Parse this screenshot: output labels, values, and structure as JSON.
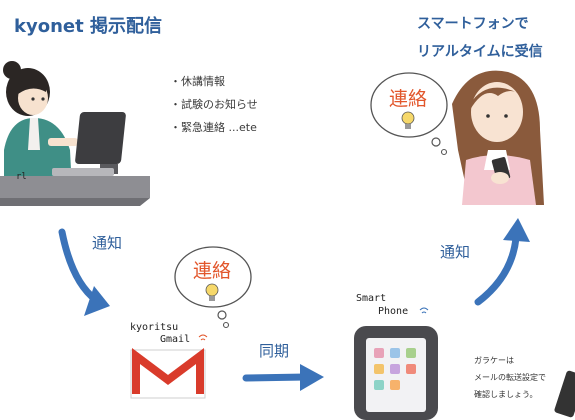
{
  "title": "kyonet 掲示配信",
  "bullets": [
    "・休講情報",
    "・試験のお知らせ",
    "・緊急連絡 ...ete"
  ],
  "top_right": [
    "スマートフォンで",
    "リアルタイムに受信"
  ],
  "bubbles": {
    "left": "連絡",
    "center": "連絡"
  },
  "arrows": {
    "notify_down": "通知",
    "sync": "同期",
    "notify_up": "通知"
  },
  "gmail_label": [
    "kyoritsu",
    "Gmail"
  ],
  "smartphone_label": [
    "Smart",
    "Phone"
  ],
  "scribble": "rl",
  "note": [
    "ガラケーは",
    "メールの転送設定で",
    "確認しましょう。"
  ],
  "colors": {
    "accent_blue": "#2f5f9b",
    "bubble_red": "#e2562b",
    "arrow_blue": "#3b73b9",
    "gmail_red": "#d93b2b"
  }
}
